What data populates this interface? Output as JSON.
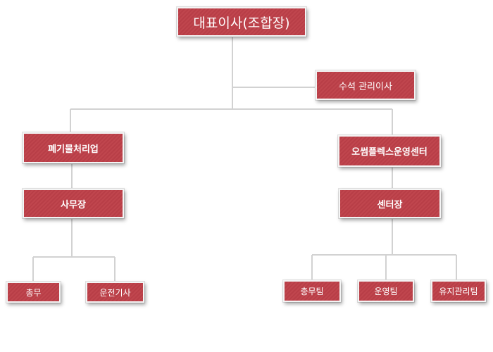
{
  "org": {
    "ceo": "대표이사(조합장)",
    "senior_director": "수석 관리이사",
    "waste_division": {
      "name": "폐기물처리업",
      "office": "사무장",
      "teams": [
        "총무",
        "운전기사"
      ]
    },
    "complex_center": {
      "name": "오썸플렉스운영센터",
      "head": "센터장",
      "teams": [
        "총무팀",
        "운영팀",
        "유지관리팀"
      ]
    }
  },
  "colors": {
    "box_fill": "#c0464e",
    "box_border": "#f4f4f4",
    "connector": "#d2d2d2",
    "text": "#ffffff"
  }
}
